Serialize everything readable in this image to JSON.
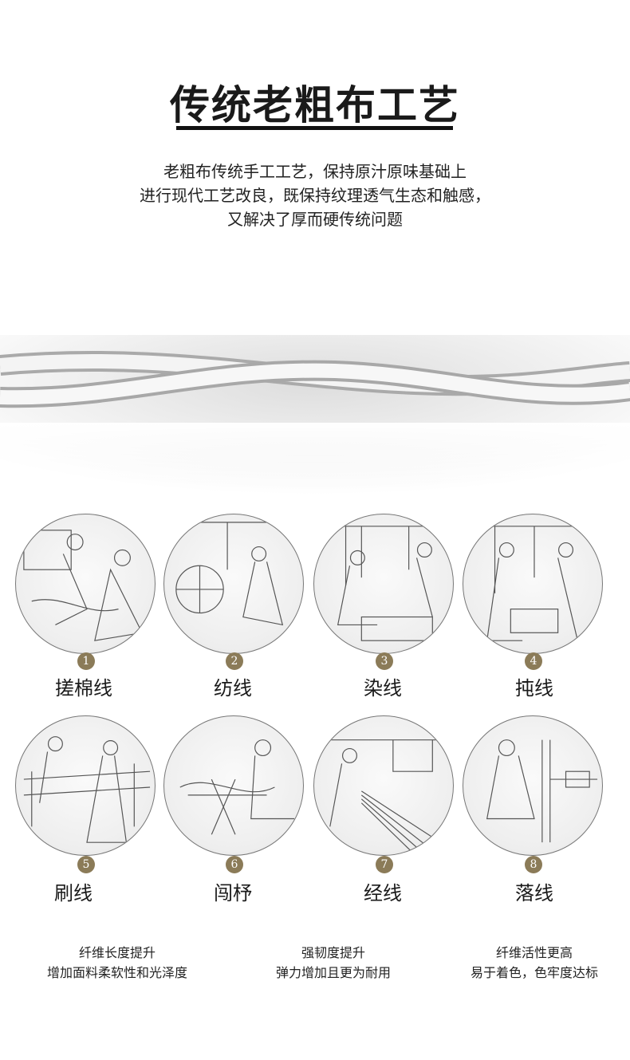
{
  "header": {
    "title": "传统老粗布工艺",
    "intro": [
      "老粗布传统手工工艺，保持原汁原味基础上",
      "进行现代工艺改良，既保持纹理透气生态和触感，",
      "又解决了厚而硬传统问题"
    ]
  },
  "steps": [
    {
      "num": "1",
      "label": "搓棉线"
    },
    {
      "num": "2",
      "label": "纺线"
    },
    {
      "num": "3",
      "label": "染线"
    },
    {
      "num": "4",
      "label": "扽线"
    },
    {
      "num": "5",
      "label": "刷线"
    },
    {
      "num": "6",
      "label": "闯杼"
    },
    {
      "num": "7",
      "label": "经线"
    },
    {
      "num": "8",
      "label": "落线"
    }
  ],
  "notes": [
    {
      "line1": "纤维长度提升",
      "line2": "增加面料柔软性和光泽度"
    },
    {
      "line1": "强韧度提升",
      "line2": "弹力增加且更为耐用"
    },
    {
      "line1": "纤维活性更高",
      "line2": "易于着色，色牢度达标"
    }
  ],
  "colors": {
    "badge": "#8b7b58"
  }
}
